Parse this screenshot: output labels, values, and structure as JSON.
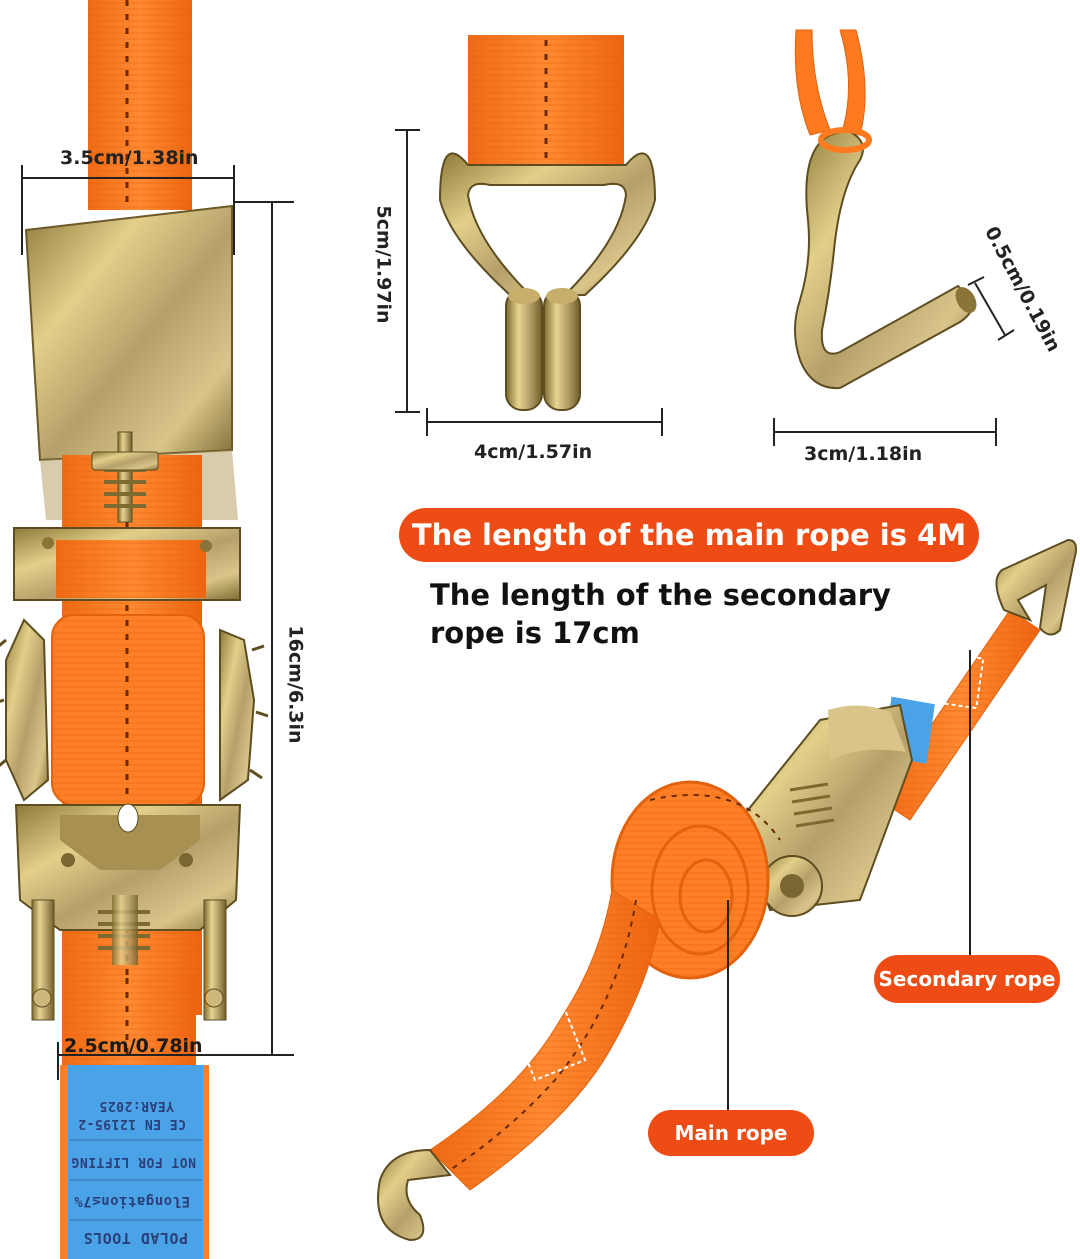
{
  "dimensions": {
    "top_strap_width": "3.5cm/1.38in",
    "bottom_strap_width": "2.5cm/0.78in",
    "ratchet_length": "16cm/6.3in",
    "hook_height": "5cm/1.97in",
    "hook_width": "4cm/1.57in",
    "j_hook_width": "3cm/1.18in",
    "j_hook_tip": "0.5cm/0.19in"
  },
  "headline": {
    "main_rope": "The length of the main rope is 4M",
    "secondary_rope": "The length of the secondary rope is 17cm"
  },
  "labels": {
    "secondary_rope": "Secondary rope",
    "main_rope": "Main rope"
  },
  "strap_tag": {
    "line1": "YEAR:2025",
    "line2": "CE EN 12195-2",
    "line3": "NOT FOR LIFTING",
    "line4": "Elongation≤7%",
    "line5": "POLAD TOOLS"
  },
  "colors": {
    "strap_orange": "#ff7a1e",
    "accent_red": "#ee4c14",
    "metal_gold": "#c9a85a",
    "tag_blue": "#4aa3e6"
  }
}
